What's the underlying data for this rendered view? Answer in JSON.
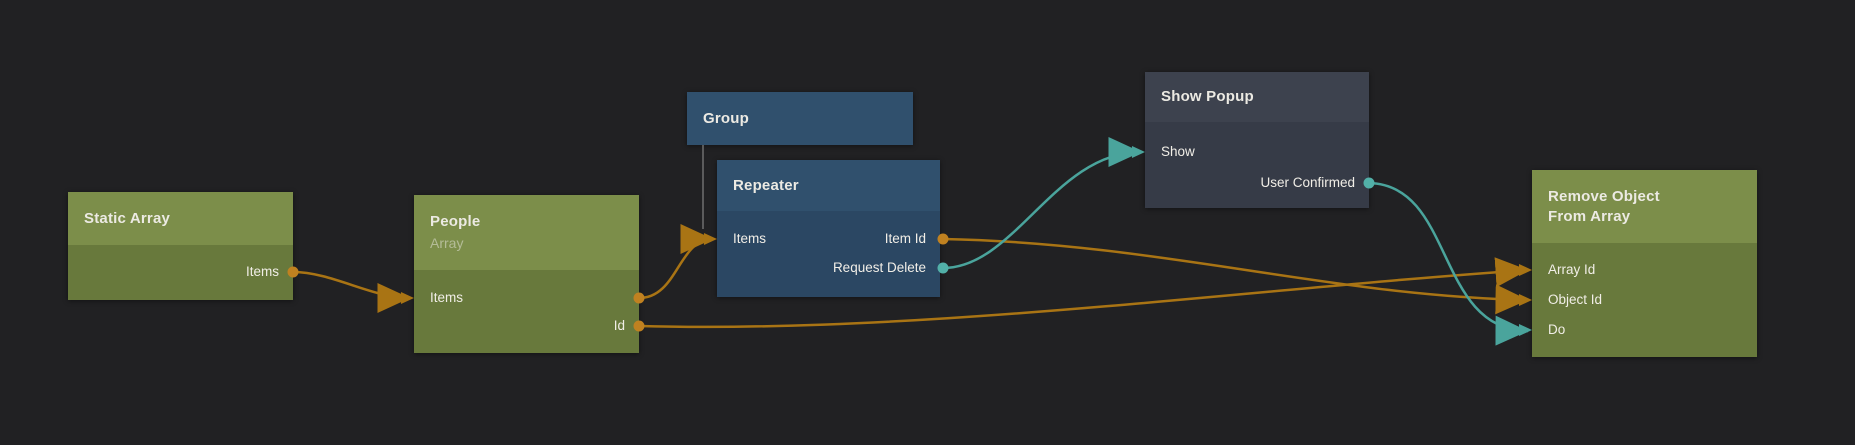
{
  "editor": {
    "kind": "visual-node-graph"
  },
  "colors": {
    "background": "#212123",
    "green_header": "#7c8e4a",
    "green_body": "#68793c",
    "blue_header": "#30506d",
    "blue_body": "#2b4763",
    "slate_header": "#3d424e",
    "slate_body": "#363b47",
    "wire_orange": "#a97414",
    "dot_orange": "#c08120",
    "wire_teal": "#4aa49c",
    "dot_teal": "#52b0a8",
    "child_link_line": "#6f6f6f"
  },
  "nodes": {
    "static_array": {
      "title": "Static Array",
      "ports": {
        "items": {
          "label": "Items",
          "direction": "output",
          "color": "orange"
        }
      }
    },
    "people": {
      "title": "People",
      "subtitle": "Array",
      "ports": {
        "items": {
          "label": "Items",
          "direction": "input+output",
          "color": "orange"
        },
        "id": {
          "label": "Id",
          "direction": "output",
          "color": "orange"
        }
      }
    },
    "group": {
      "title": "Group"
    },
    "repeater": {
      "title": "Repeater",
      "ports": {
        "items": {
          "label": "Items",
          "direction": "input",
          "color": "orange"
        },
        "item_id": {
          "label": "Item Id",
          "direction": "output",
          "color": "orange"
        },
        "request_delete": {
          "label": "Request Delete",
          "direction": "output",
          "color": "teal"
        }
      }
    },
    "show_popup": {
      "title": "Show Popup",
      "ports": {
        "show": {
          "label": "Show",
          "direction": "input",
          "color": "teal"
        },
        "user_confirmed": {
          "label": "User Confirmed",
          "direction": "output",
          "color": "teal"
        }
      }
    },
    "remove_object_from_array": {
      "title": "Remove Object From Array",
      "ports": {
        "array_id": {
          "label": "Array Id",
          "direction": "input",
          "color": "orange"
        },
        "object_id": {
          "label": "Object Id",
          "direction": "input",
          "color": "orange"
        },
        "do": {
          "label": "Do",
          "direction": "input",
          "color": "teal"
        }
      }
    }
  },
  "connections": [
    {
      "from": "Static Array.Items",
      "to": "People.Items",
      "color": "orange"
    },
    {
      "from": "People.Items",
      "to": "Repeater.Items",
      "color": "orange"
    },
    {
      "from": "People.Id",
      "to": "Remove Object From Array.Array Id",
      "color": "orange"
    },
    {
      "from": "Repeater.Item Id",
      "to": "Remove Object From Array.Object Id",
      "color": "orange"
    },
    {
      "from": "Repeater.Request Delete",
      "to": "Show Popup.Show",
      "color": "teal"
    },
    {
      "from": "Show Popup.User Confirmed",
      "to": "Remove Object From Array.Do",
      "color": "teal"
    }
  ],
  "hierarchy": [
    {
      "parent": "Group",
      "child": "Repeater"
    }
  ]
}
